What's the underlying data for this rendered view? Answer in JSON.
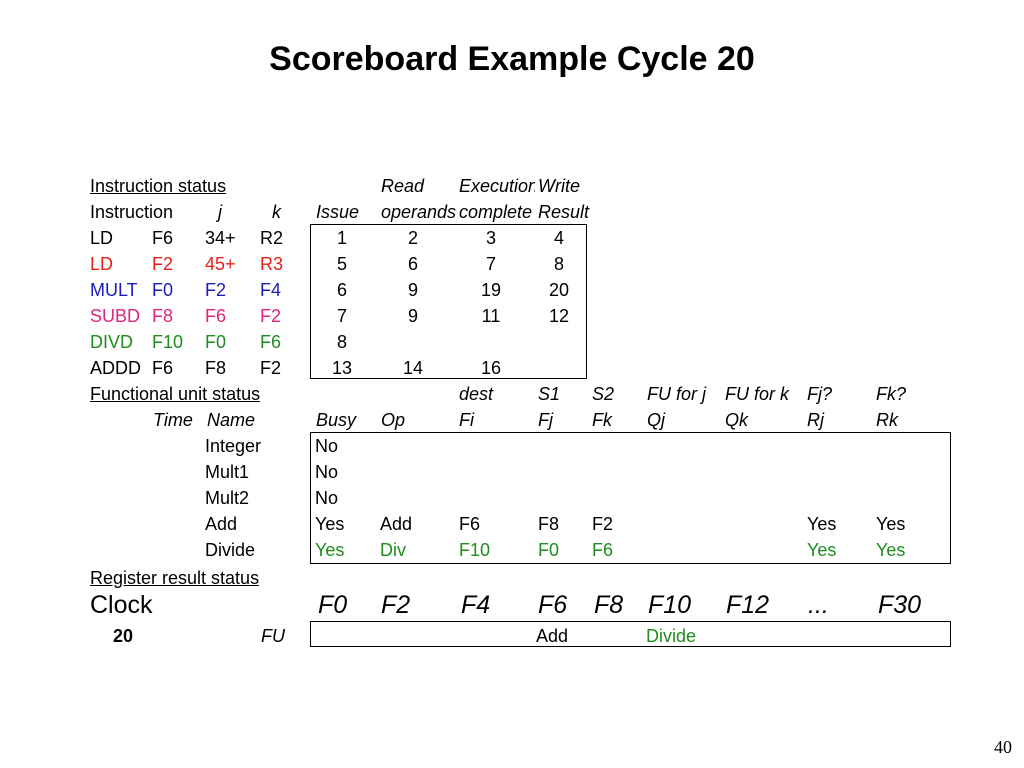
{
  "title": "Scoreboard Example Cycle 20",
  "page_number": "40",
  "colors": {
    "black": "#000000",
    "red": "#e8201a",
    "blue": "#1c1cb8",
    "magenta": "#e0237c",
    "green": "#1e8c1e"
  },
  "instruction_status": {
    "heading": "Instruction status",
    "col_group": {
      "read": "Read",
      "exec": "Execution",
      "write": "Write"
    },
    "headers": {
      "instruction": "Instruction",
      "j": "j",
      "k": "k",
      "issue": "Issue",
      "read": "operands",
      "exec": "complete",
      "write": "Result"
    },
    "rows": [
      {
        "op": "LD",
        "dest": "F6",
        "j": "34+",
        "k": "R2",
        "issue": "1",
        "read": "2",
        "exec": "3",
        "write": "4",
        "color": "black"
      },
      {
        "op": "LD",
        "dest": "F2",
        "j": "45+",
        "k": "R3",
        "issue": "5",
        "read": "6",
        "exec": "7",
        "write": "8",
        "color": "red"
      },
      {
        "op": "MULT",
        "dest": "F0",
        "j": "F2",
        "k": "F4",
        "issue": "6",
        "read": "9",
        "exec": "19",
        "write": "20",
        "color": "blue"
      },
      {
        "op": "SUBD",
        "dest": "F8",
        "j": "F6",
        "k": "F2",
        "issue": "7",
        "read": "9",
        "exec": "11",
        "write": "12",
        "color": "magenta"
      },
      {
        "op": "DIVD",
        "dest": "F10",
        "j": "F0",
        "k": "F6",
        "issue": "8",
        "read": "",
        "exec": "",
        "write": "",
        "color": "green"
      },
      {
        "op": "ADDD",
        "dest": "F6",
        "j": "F8",
        "k": "F2",
        "issue": "13",
        "read": "14",
        "exec": "16",
        "write": "",
        "color": "black"
      }
    ]
  },
  "functional_unit_status": {
    "heading": "Functional unit status",
    "header1": {
      "dest": "dest",
      "s1": "S1",
      "s2": "S2",
      "fuj": "FU for j",
      "fuk": "FU for k",
      "fjq": "Fj?",
      "fkq": "Fk?"
    },
    "header2": {
      "time": "Time",
      "name": "Name",
      "busy": "Busy",
      "op": "Op",
      "fi": "Fi",
      "fj": "Fj",
      "fk": "Fk",
      "qj": "Qj",
      "qk": "Qk",
      "rj": "Rj",
      "rk": "Rk"
    },
    "rows": [
      {
        "name": "Integer",
        "busy": "No",
        "op": "",
        "fi": "",
        "fj": "",
        "fk": "",
        "qj": "",
        "qk": "",
        "rj": "",
        "rk": "",
        "color": "black"
      },
      {
        "name": "Mult1",
        "busy": "No",
        "op": "",
        "fi": "",
        "fj": "",
        "fk": "",
        "qj": "",
        "qk": "",
        "rj": "",
        "rk": "",
        "color": "black"
      },
      {
        "name": "Mult2",
        "busy": "No",
        "op": "",
        "fi": "",
        "fj": "",
        "fk": "",
        "qj": "",
        "qk": "",
        "rj": "",
        "rk": "",
        "color": "black"
      },
      {
        "name": "Add",
        "busy": "Yes",
        "op": "Add",
        "fi": "F6",
        "fj": "F8",
        "fk": "F2",
        "qj": "",
        "qk": "",
        "rj": "Yes",
        "rk": "Yes",
        "color": "black"
      },
      {
        "name": "Divide",
        "busy": "Yes",
        "op": "Div",
        "fi": "F10",
        "fj": "F0",
        "fk": "F6",
        "qj": "",
        "qk": "",
        "rj": "Yes",
        "rk": "Yes",
        "color": "green"
      }
    ]
  },
  "register_result_status": {
    "heading": "Register result status",
    "clock_label": "Clock",
    "clock_value": "20",
    "fu_label": "FU",
    "registers": [
      "F0",
      "F2",
      "F4",
      "F6",
      "F8",
      "F10",
      "F12",
      "...",
      "F30"
    ],
    "values": [
      {
        "text": "",
        "color": "black"
      },
      {
        "text": "",
        "color": "black"
      },
      {
        "text": "",
        "color": "black"
      },
      {
        "text": "Add",
        "color": "black"
      },
      {
        "text": "",
        "color": "black"
      },
      {
        "text": "Divide",
        "color": "green"
      },
      {
        "text": "",
        "color": "black"
      },
      {
        "text": "",
        "color": "black"
      },
      {
        "text": "",
        "color": "black"
      }
    ]
  }
}
